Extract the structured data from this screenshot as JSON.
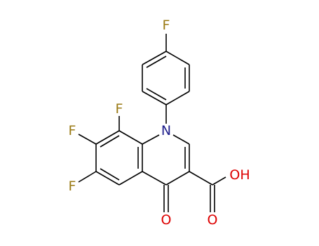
{
  "molecule": {
    "atoms": {
      "fluorine_para": {
        "symbol": "F",
        "color": "#9a7a14"
      },
      "fluorine_8": {
        "symbol": "F",
        "color": "#9a7a14"
      },
      "fluorine_7": {
        "symbol": "F",
        "color": "#9a7a14"
      },
      "fluorine_6": {
        "symbol": "F",
        "color": "#9a7a14"
      },
      "nitrogen_1": {
        "symbol": "N",
        "color": "#1e1e8c"
      },
      "oxygen_keto": {
        "symbol": "O",
        "color": "#dd0000"
      },
      "oxygen_carbonyl": {
        "symbol": "O",
        "color": "#dd0000"
      },
      "hydroxyl": {
        "symbol": "OH",
        "color": "#dd0000"
      }
    },
    "bond_color": "#000000"
  }
}
